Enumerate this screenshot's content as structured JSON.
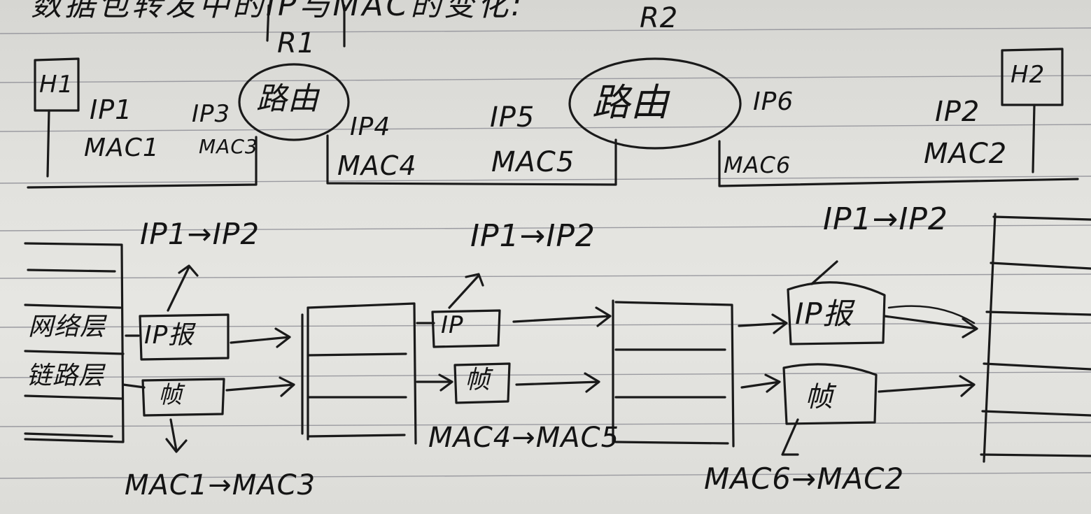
{
  "heading": "数据包转发中的IP与MAC的变化:",
  "routers": [
    {
      "name": "R1",
      "label": "路由"
    },
    {
      "name": "R2",
      "label": "路由"
    }
  ],
  "hosts": [
    {
      "name": "H1"
    },
    {
      "name": "H2"
    }
  ],
  "interfaces": {
    "h1": {
      "ip": "IP1",
      "mac": "MAC1"
    },
    "r1_left": {
      "ip": "IP3",
      "mac": "MAC3"
    },
    "r1_right": {
      "ip": "IP4",
      "mac": "MAC4"
    },
    "r2_left": {
      "ip": "IP5",
      "mac": "MAC5"
    },
    "r2_right": {
      "ip": "IP6",
      "mac": "MAC6"
    },
    "h2": {
      "ip": "IP2",
      "mac": "MAC2"
    }
  },
  "layers": {
    "network": "网络层",
    "link": "链路层"
  },
  "units": {
    "ip_packet": "IP报",
    "ip_short": "IP",
    "frame": "帧"
  },
  "hops": [
    {
      "ip_change": "IP1→IP2",
      "mac_change": "MAC1→MAC3"
    },
    {
      "ip_change": "IP1→IP2",
      "mac_change": "MAC4→MAC5"
    },
    {
      "ip_change": "IP1→IP2",
      "mac_change": "MAC6→MAC2"
    }
  ]
}
